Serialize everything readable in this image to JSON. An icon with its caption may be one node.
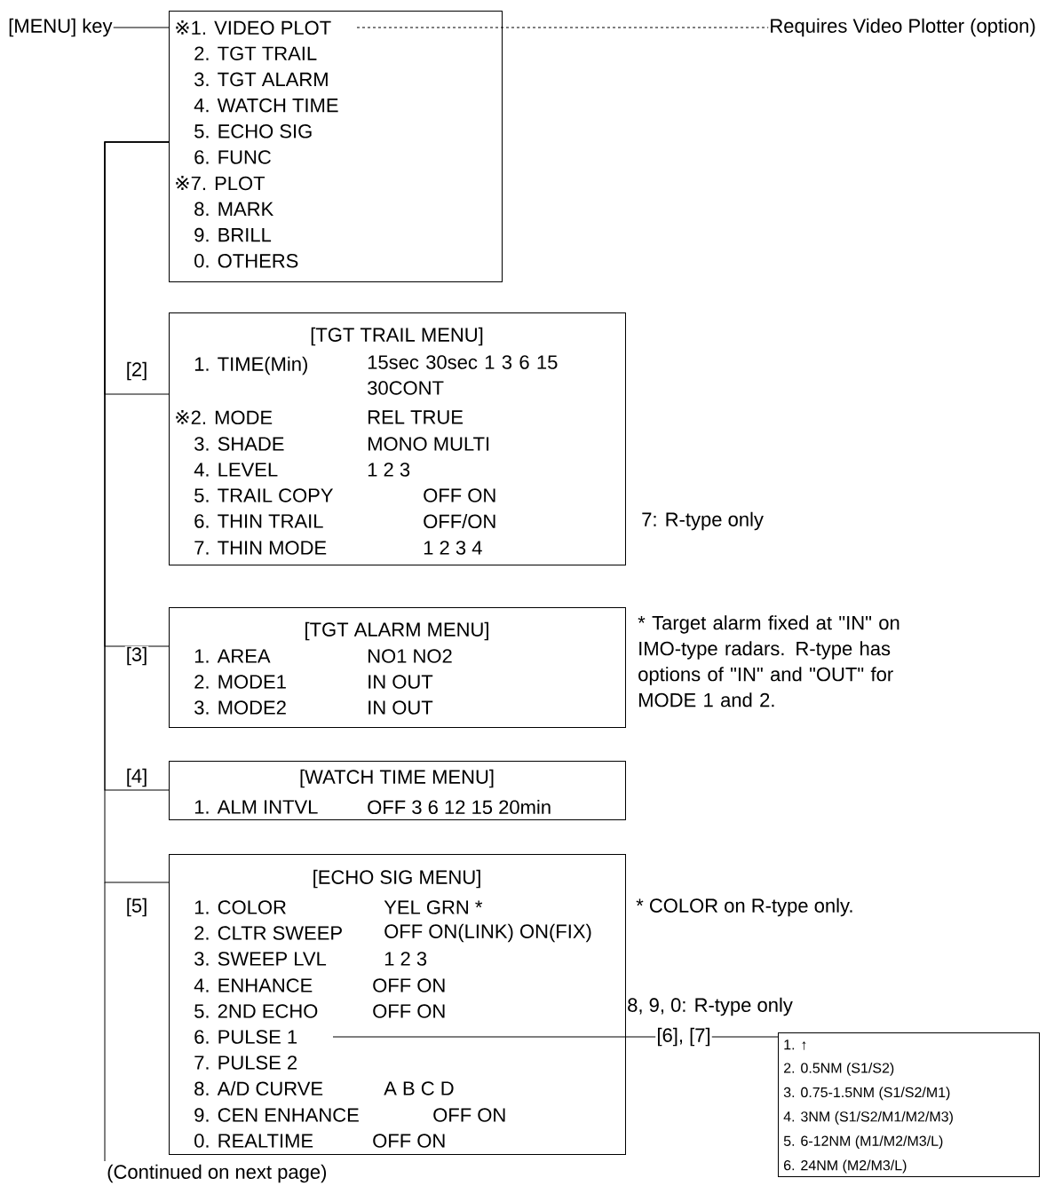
{
  "diagram": {
    "nodes": [
      {
        "text": [
          "[MENU] key"
        ]
      },
      {
        "text": [
          "※1. VIDEO PLOT",
          "2. TGT TRAIL",
          "3. TGT ALARM",
          "4. WATCH TIME",
          "5. ECHO SIG",
          "6. FUNC",
          "※7. PLOT",
          "8. MARK",
          "9. BRILL",
          "0. OTHERS"
        ]
      },
      {
        "text": [
          "Requires Video Plotter (option)"
        ]
      },
      {
        "text": [
          "[TGT TRAIL MENU]",
          "1. TIME(Min)",
          "15sec 30sec 1 3 6 15 30CONT",
          "※2. MODE",
          "REL TRUE",
          "3. SHADE",
          "MONO MULTI",
          "4. LEVEL",
          "1 2 3",
          "5. TRAIL COPY",
          "OFF ON",
          "6. THIN TRAIL",
          "OFF/ON",
          "7. THIN MODE",
          "1 2 3 4"
        ],
        "beside": [
          "7: R-type only"
        ]
      },
      {
        "text": [
          "[TGT ALARM MENU]",
          "1. AREA",
          "NO1 NO2",
          "2. MODE1",
          "IN OUT",
          "3. MODE2",
          "IN OUT"
        ],
        "beside": [
          "* Target alarm fixed at \"IN\" on IMO-type radars. R-type has options of \"IN\" and \"OUT\" for MODE 1 and 2."
        ]
      },
      {
        "text": [
          "[WATCH TIME MENU]",
          "1. ALM INTVL",
          "OFF 3 6 12 15 20min"
        ]
      },
      {
        "text": [
          "[ECHO SIG MENU]",
          "1. COLOR",
          "YEL GRN *",
          "2. CLTR SWEEP",
          "OFF ON(LINK) ON(FIX)",
          "3. SWEEP LVL",
          "1 2 3",
          "4. ENHANCE",
          "OFF ON",
          "5. 2ND ECHO",
          "OFF ON",
          "6. PULSE 1",
          "7. PULSE 2",
          "8. A/D CURVE",
          "A B C D",
          "9. CEN ENHANCE",
          "OFF ON",
          "0. REALTIME",
          "OFF ON"
        ],
        "beside": [
          "* COLOR on R-type only.",
          "8, 9, 0: R-type only"
        ]
      },
      {
        "text": [
          "[6], [7]"
        ]
      },
      {
        "text": [
          "1. ↑",
          "2. 0.5NM (S1/S2)",
          "3. 0.75-1.5NM (S1/S2/M1)",
          "4. 3NM (S1/S2/M1/M2/M3)",
          "5. 6-12NM (M1/M2/M3/L)",
          "6. 24NM (M2/M3/L)"
        ]
      }
    ],
    "edges": [
      {
        "from": 0,
        "to": 1,
        "arrow": "none"
      },
      {
        "from": 1,
        "to": 2,
        "arrow": "none",
        "style": "dashed"
      },
      {
        "from": 1,
        "to": 3,
        "arrow": "none",
        "label": "[2]"
      },
      {
        "from": 1,
        "to": 4,
        "arrow": "none",
        "label": "[3]"
      },
      {
        "from": 1,
        "to": 5,
        "arrow": "none",
        "label": "[4]"
      },
      {
        "from": 1,
        "to": 6,
        "arrow": "none",
        "label": "[5]"
      },
      {
        "from": 6,
        "to": 7,
        "arrow": "none"
      },
      {
        "from": 7,
        "to": 8,
        "arrow": "none"
      }
    ],
    "labels": [
      "(Continued on next page)"
    ]
  }
}
